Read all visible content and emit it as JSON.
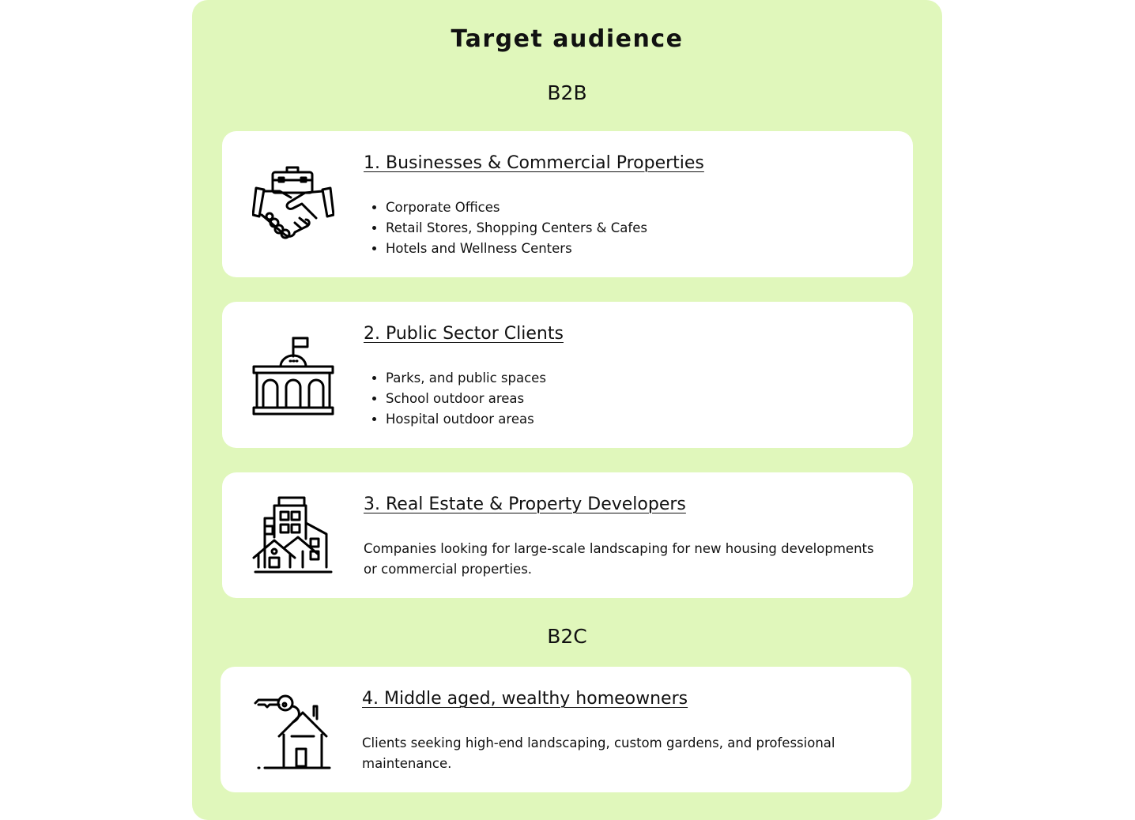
{
  "title": "Target audience",
  "sections": [
    {
      "label": "B2B"
    },
    {
      "label": "B2C"
    }
  ],
  "cards": [
    {
      "heading": "1. Businesses & Commercial Properties",
      "icon": "handshake-briefcase-icon",
      "bullets": [
        "Corporate Offices",
        "Retail Stores, Shopping Centers & Cafes",
        "Hotels and Wellness Centers"
      ]
    },
    {
      "heading": "2. Public Sector Clients",
      "icon": "government-building-icon",
      "bullets": [
        "Parks, and public spaces",
        "School outdoor areas",
        "Hospital outdoor areas"
      ]
    },
    {
      "heading": "3. Real Estate & Property Developers",
      "icon": "buildings-houses-icon",
      "description": "Companies looking for large-scale landscaping for new housing developments or commercial properties."
    },
    {
      "heading": "4. Middle aged, wealthy homeowners",
      "icon": "house-key-icon",
      "description": "Clients seeking high-end landscaping, custom gardens, and professional maintenance."
    }
  ],
  "colors": {
    "panel": "#e0f7bb",
    "card": "#ffffff"
  }
}
